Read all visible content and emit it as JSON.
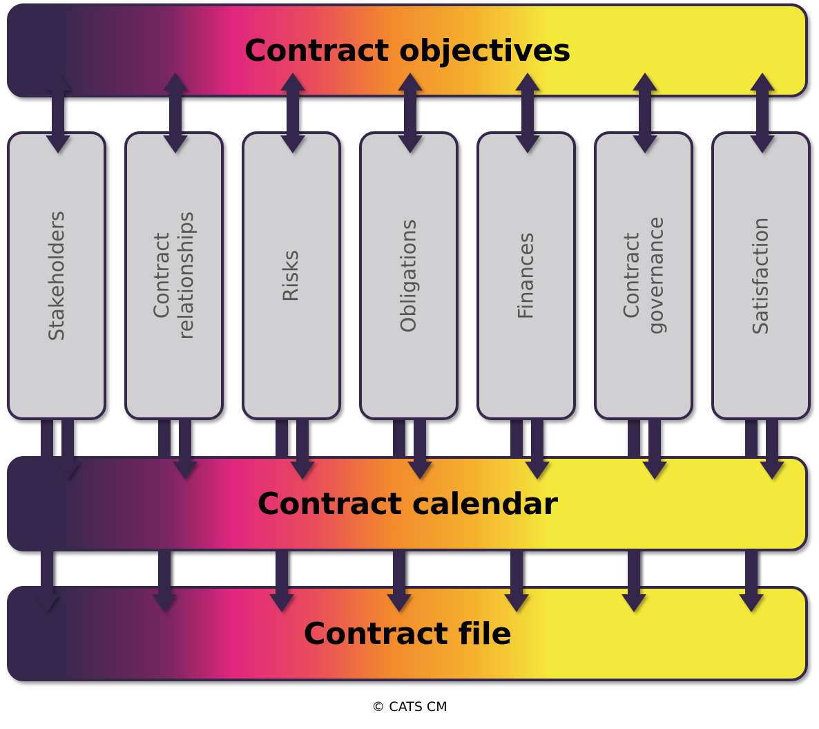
{
  "diagram": {
    "top_bar": {
      "label": "Contract objectives"
    },
    "middle_bar": {
      "label": "Contract calendar"
    },
    "bottom_bar": {
      "label": "Contract file"
    },
    "columns": [
      {
        "label": "Stakeholders"
      },
      {
        "label": "Contract\nrelationships"
      },
      {
        "label": "Risks"
      },
      {
        "label": "Obligations"
      },
      {
        "label": "Finances"
      },
      {
        "label": "Contract\ngovernance"
      },
      {
        "label": "Satisfaction"
      }
    ],
    "connections": {
      "top_to_columns": "bidirectional",
      "columns_to_calendar": "one-way",
      "columns_to_file": "one-way"
    },
    "colors": {
      "outline": "#35284c",
      "box_fill": "#d0cfd2",
      "gradient": [
        "#35284c",
        "#7a2660",
        "#e1267f",
        "#f28a2c",
        "#f3e93a"
      ]
    }
  },
  "footer": {
    "copyright": "© CATS CM"
  }
}
